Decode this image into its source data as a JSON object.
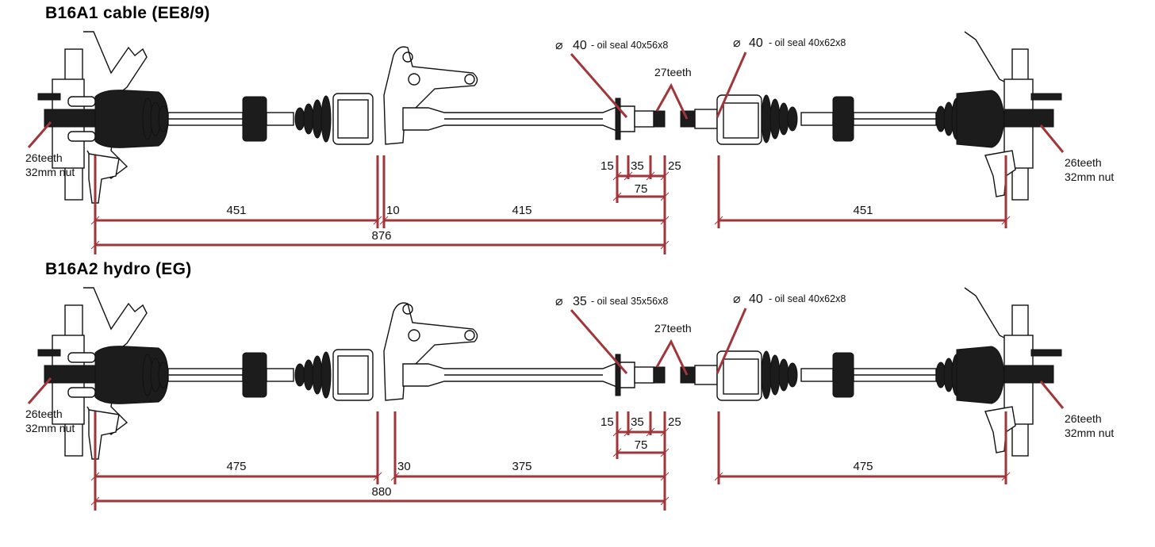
{
  "colors": {
    "dimension_line": "#a1363a",
    "ink": "#111111",
    "background": "#ffffff"
  },
  "sections": [
    {
      "title": "B16A1 cable (EE8/9)",
      "left_hub_note": [
        "26teeth",
        "32mm nut"
      ],
      "right_hub_note": [
        "26teeth",
        "32mm nut"
      ],
      "inner_seal_left": {
        "diameter_symbol": "⌀",
        "diameter": "40",
        "text": "- oil seal 40x56x8"
      },
      "inner_seal_right": {
        "diameter_symbol": "⌀",
        "diameter": "40",
        "text": "- oil seal 40x62x8"
      },
      "spline_note": "27teeth",
      "dimensions": {
        "left_outer": "451",
        "bearing_gap": "10",
        "intermediate": "415",
        "total_left": "876",
        "spline_a": "15",
        "spline_b": "35",
        "spline_c": "25",
        "spline_total": "75",
        "right_outer": "451"
      }
    },
    {
      "title": "B16A2 hydro (EG)",
      "left_hub_note": [
        "26teeth",
        "32mm nut"
      ],
      "right_hub_note": [
        "26teeth",
        "32mm nut"
      ],
      "inner_seal_left": {
        "diameter_symbol": "⌀",
        "diameter": "35",
        "text": "- oil seal 35x56x8"
      },
      "inner_seal_right": {
        "diameter_symbol": "⌀",
        "diameter": "40",
        "text": "- oil seal 40x62x8"
      },
      "spline_note": "27teeth",
      "dimensions": {
        "left_outer": "475",
        "bearing_gap": "30",
        "intermediate": "375",
        "total_left": "880",
        "spline_a": "15",
        "spline_b": "35",
        "spline_c": "25",
        "spline_total": "75",
        "right_outer": "475"
      }
    }
  ]
}
